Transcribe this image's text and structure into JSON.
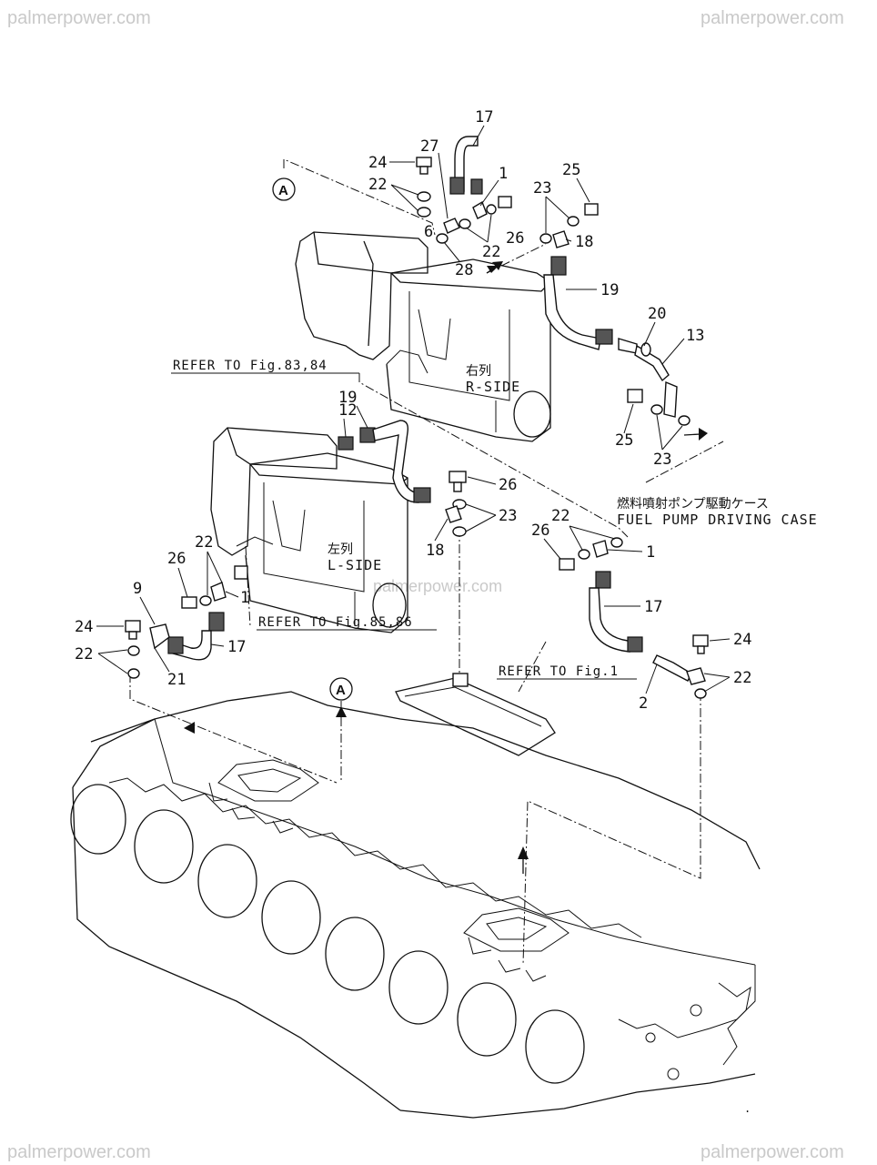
{
  "watermarks": {
    "top_left": "palmerpower.com",
    "top_right": "palmerpower.com",
    "center": "palmerpower.com",
    "bottom_left": "palmerpower.com",
    "bottom_right": "palmerpower.com"
  },
  "view_markers": {
    "upper": "A",
    "lower": "A"
  },
  "callouts": {
    "c17_top": "17",
    "c27": "27",
    "c24_top": "24",
    "c22_top": "22",
    "c1_top": "1",
    "c25_top": "25",
    "c23_top": "23",
    "c6": "6",
    "c22_mid": "22",
    "c26_top": "26",
    "c18_top": "18",
    "c28": "28",
    "c19_top": "19",
    "c20": "20",
    "c13": "13",
    "c12": "12",
    "c19_mid": "19",
    "c25_mid": "25",
    "c23_mid": "23",
    "c26_mid": "26",
    "c23_lower": "23",
    "c18_mid": "18",
    "c22_right": "22",
    "c26_right": "26",
    "c1_right": "1",
    "c17_right": "17",
    "c26_left": "26",
    "c22_left_top": "22",
    "c1_left": "1",
    "c9": "9",
    "c24_left": "24",
    "c17_left": "17",
    "c22_left_bot": "22",
    "c21": "21",
    "c24_right": "24",
    "c22_right_bot": "22",
    "c2": "2"
  },
  "references": {
    "r_side_ref": "REFER TO Fig.83,84",
    "l_side_ref": "REFER TO Fig.85,86",
    "fig1_ref": "REFER TO Fig.1"
  },
  "bank_labels": {
    "right_jp": "右列",
    "right_en": "R-SIDE",
    "left_jp": "左列",
    "left_en": "L-SIDE"
  },
  "fuel_pump": {
    "jp": "燃料噴射ポンプ駆動ケース",
    "en": "FUEL PUMP DRIVING CASE"
  },
  "page_mark": "."
}
